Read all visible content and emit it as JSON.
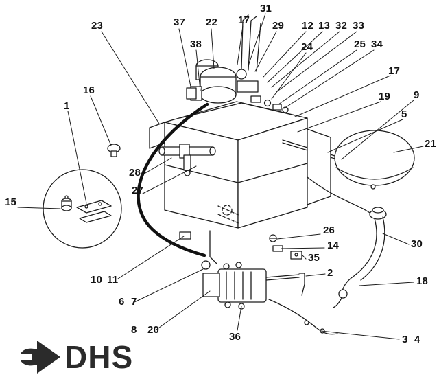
{
  "diagram": {
    "line_color": "#1c1c1c",
    "background": "#ffffff"
  },
  "logo": {
    "text": "DHS",
    "color": "#2b2b2b"
  },
  "callouts": [
    {
      "text": "31"
    },
    {
      "text": "23"
    },
    {
      "text": "37"
    },
    {
      "text": "22"
    },
    {
      "text": "17"
    },
    {
      "text": "29"
    },
    {
      "text": "12"
    },
    {
      "text": "13"
    },
    {
      "text": "32"
    },
    {
      "text": "33"
    },
    {
      "text": "38"
    },
    {
      "text": "24"
    },
    {
      "text": "25"
    },
    {
      "text": "34"
    },
    {
      "text": "17"
    },
    {
      "text": "16"
    },
    {
      "text": "19"
    },
    {
      "text": "9"
    },
    {
      "text": "1"
    },
    {
      "text": "5"
    },
    {
      "text": "21"
    },
    {
      "text": "28"
    },
    {
      "text": "27"
    },
    {
      "text": "15"
    },
    {
      "text": "26"
    },
    {
      "text": "14"
    },
    {
      "text": "30"
    },
    {
      "text": "35"
    },
    {
      "text": "10"
    },
    {
      "text": "11"
    },
    {
      "text": "2"
    },
    {
      "text": "18"
    },
    {
      "text": "6"
    },
    {
      "text": "7"
    },
    {
      "text": "8"
    },
    {
      "text": "20"
    },
    {
      "text": "36"
    },
    {
      "text": "3"
    },
    {
      "text": "4"
    }
  ]
}
